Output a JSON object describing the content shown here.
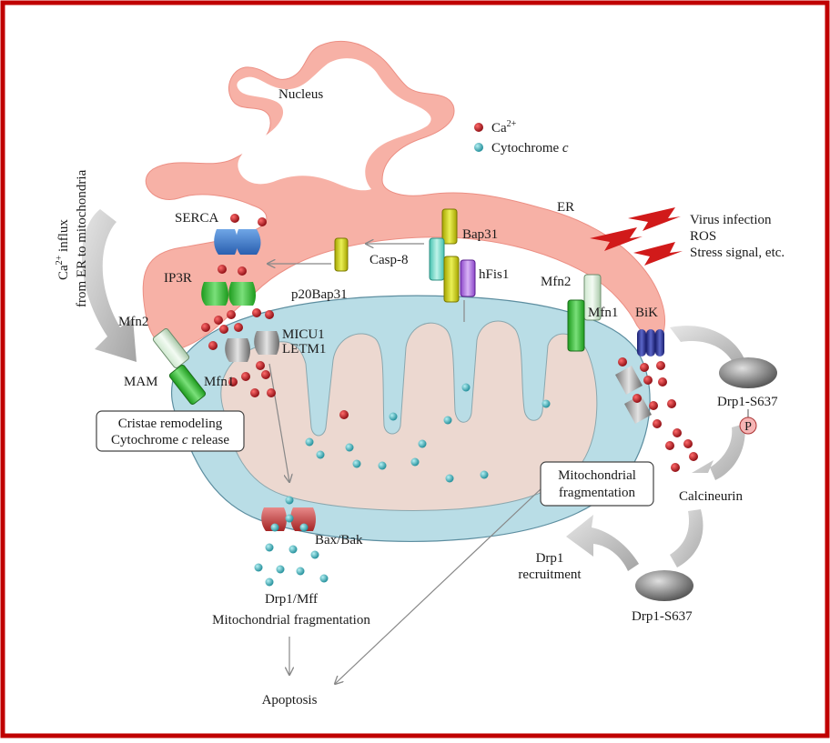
{
  "colors": {
    "frame": "#c00000",
    "er": "#f7b1a6",
    "mito_outer": "#b9dde6",
    "mito_inner": "#ecd8d0",
    "calcium": "#b3111a",
    "cytochrome": "#3aa7b1",
    "arrow_gray": "#b8b8b8"
  },
  "legend": {
    "calcium": {
      "base": "Ca",
      "sup": "2+"
    },
    "cytochrome": {
      "base": "Cytochrome ",
      "italic": "c"
    }
  },
  "labels": {
    "nucleus": "Nucleus",
    "er": "ER",
    "serca": "SERCA",
    "ip3r": "IP3R",
    "mfn2_left": "Mfn2",
    "mfn1_left": "Mfn1",
    "mam": "MAM",
    "micu1": "MICU1",
    "letm1": "LETM1",
    "p20bap31": "p20Bap31",
    "casp8": "Casp-8",
    "bap31": "Bap31",
    "hfis1": "hFis1",
    "mfn2_right": "Mfn2",
    "mfn1_right": "Mfn1",
    "bik": "BiK",
    "drp1_s637_top": "Drp1-S637",
    "phospho": "P",
    "calcineurin": "Calcineurin",
    "drp1_s637_bottom": "Drp1-S637",
    "drp1_recruitment_1": "Drp1",
    "drp1_recruitment_2": "recruitment",
    "bax_bak": "Bax/Bak",
    "drp1_mff": "Drp1/Mff",
    "mito_frag_bottom": "Mitochondrial fragmentation",
    "apoptosis": "Apoptosis",
    "ca_influx_1": "from ER to mitochondria",
    "ca_influx_2_base": "Ca",
    "ca_influx_2_sup": "2+",
    "ca_influx_2_rest": " influx"
  },
  "stress": {
    "virus": "Virus infection",
    "ros": "ROS",
    "stress_signal": "Stress signal, etc."
  },
  "boxes": {
    "cristae_line1": "Cristae remodeling",
    "cristae_line2_a": "Cytochrome ",
    "cristae_line2_b": "c",
    "cristae_line2_c": " release",
    "frag_line1": "Mitochondrial",
    "frag_line2": "fragmentation"
  }
}
